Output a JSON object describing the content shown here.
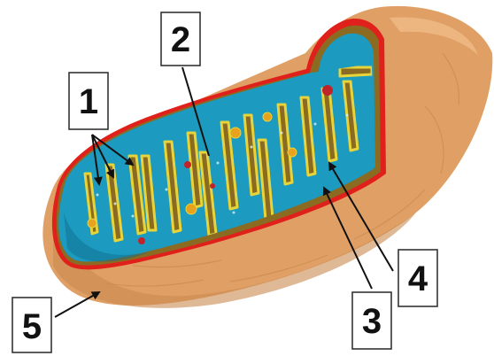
{
  "diagram": {
    "labels": [
      {
        "id": "label-1",
        "text": "1"
      },
      {
        "id": "label-2",
        "text": "2"
      },
      {
        "id": "label-3",
        "text": "3"
      },
      {
        "id": "label-4",
        "text": "4"
      },
      {
        "id": "label-5",
        "text": "5"
      }
    ],
    "colors": {
      "outer_membrane": "#E0A065",
      "outer_membrane_shadow": "#C98A50",
      "outer_membrane_highlight": "#F0BB88",
      "membrane_edge": "#E0201A",
      "matrix": "#1C9ABF",
      "matrix_dark": "#0F6E8E",
      "cristae_outline": "#E7D43A",
      "intermembrane_space": "#8B6A22",
      "granule": "#E8A21E",
      "ribosome": "#C0232A",
      "label_border": "#333333",
      "label_text": "#111111"
    }
  }
}
